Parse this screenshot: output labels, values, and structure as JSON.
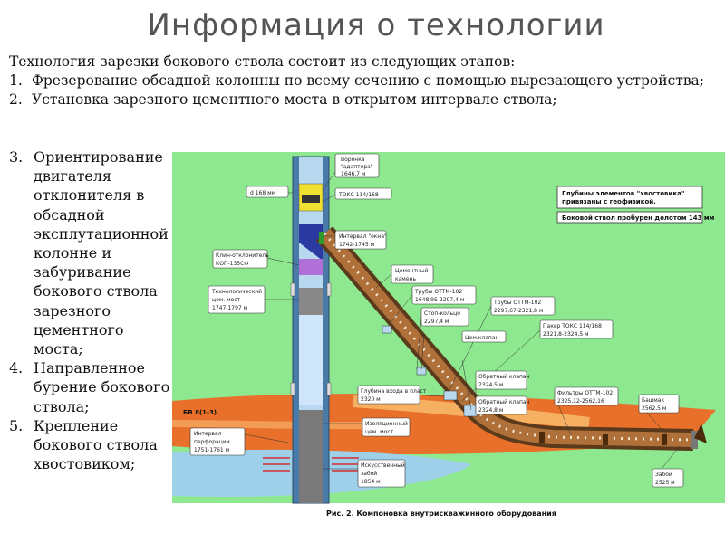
{
  "title": "Информация о технологии",
  "intro": {
    "lead": "Технология зарезки бокового ствола состоит из следующих этапов:",
    "items": [
      {
        "num": "1.",
        "text": "Фрезерование обсадной колонны по всему сечению с помощью вырезающего устройства;"
      },
      {
        "num": "2.",
        "text": "Установка зарезного цементного моста в открытом интервале ствола;"
      }
    ]
  },
  "steps": [
    {
      "num": "3.",
      "text": "Ориентирование двигателя отклонителя в обсадной эксплутационной колонне и забуривание бокового ствола зарезного цементного моста;"
    },
    {
      "num": "4.",
      "text": "Направленное бурение бокового ствола;"
    },
    {
      "num": "5.",
      "text": "Крепление бокового ствола хвостовиком;"
    }
  ],
  "diagram": {
    "caption": "Рис. 2. Компоновка внутрискважинного оборудования",
    "info_box": {
      "title1": "Глубины элементов \"хвостовика\"",
      "title2": "привязаны с геофизикой.",
      "note": "Боковой ствол пробурен долотом 143 мм"
    },
    "layer_label": "БВ 8(1-3)",
    "labels": {
      "funnel1": "Воронка",
      "funnel2": "\"адаптера\"",
      "funnel3": "1646,7 м",
      "d168": "d 168 мм",
      "toks": "ТОКС 114/168",
      "window1": "Интервал \"окна\"",
      "window2": "1742-1745 м",
      "wedge1": "Клин-отклонитель",
      "wedge2": "КОП-135СФ",
      "cement_stone1": "Цементный",
      "cement_stone2": "камень",
      "tech1": "Технологический",
      "tech2": "цем. мост",
      "tech3": "1747-1797 м",
      "pipes1_1": "Трубы ОТТМ-102",
      "pipes1_2": "1648,95-2297,4 м",
      "pipes2_1": "Трубы ОТТМ-102",
      "pipes2_2": "2297,67-2321,8 м",
      "stop1": "Стоп-кольцо",
      "stop2": "2297,4 м",
      "packer1": "Пакер ТОКС 114/168",
      "packer2": "2321,8-2324,5 м",
      "valve": "Цем.клапан",
      "back1_1": "Обратный клапан",
      "back1_2": "2324,5 м",
      "back2_1": "Обратный клапан",
      "back2_2": "2324,8 м",
      "filters1": "Фильтры ОТТМ-102",
      "filters2": "2325,12-2562,16",
      "shoe1": "Башмак",
      "shoe2": "2562,5 м",
      "entry1": "Глубина входа в пласт",
      "entry2": "2320 м",
      "iso1": "Изоляционный",
      "iso2": "цем. мост",
      "perf1": "Интервал",
      "perf2": "перфорации",
      "perf3": "1751-1761 м",
      "artif1": "Искусственный",
      "artif2": "забой",
      "artif3": "1854 м",
      "bottom1": "Забой",
      "bottom2": "2525 м"
    }
  }
}
